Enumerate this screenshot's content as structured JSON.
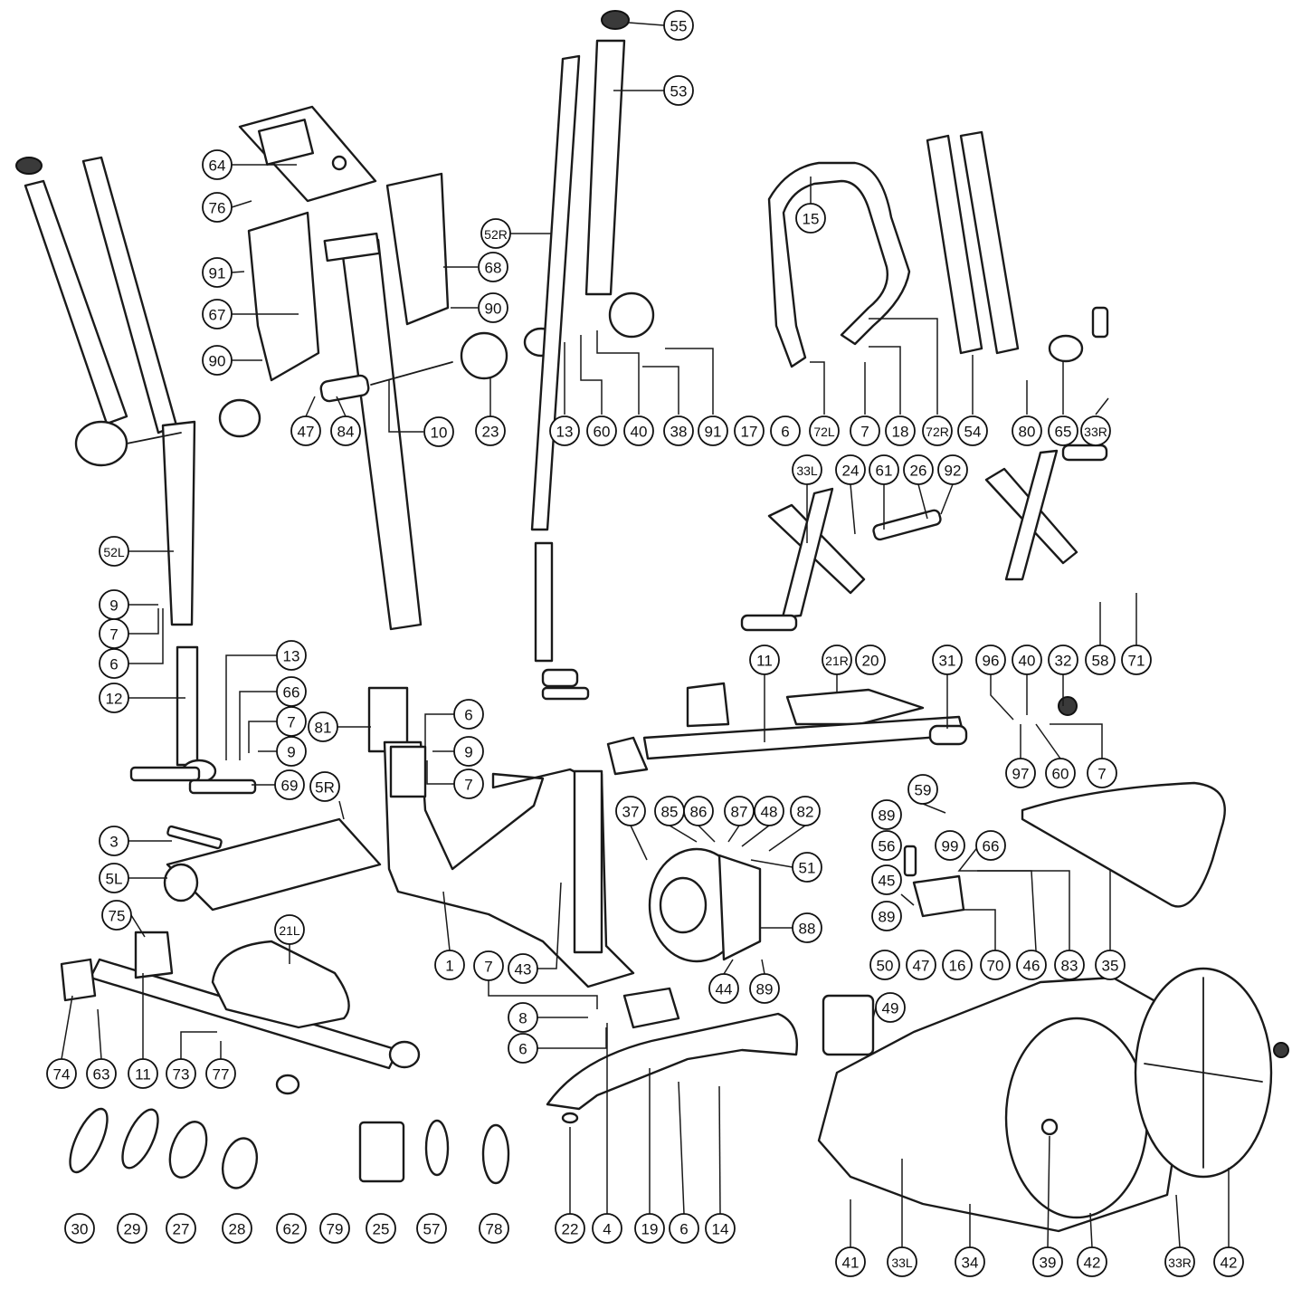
{
  "diagram": {
    "callouts": [
      "55",
      "53",
      "64",
      "76",
      "52R",
      "68",
      "90",
      "91",
      "67",
      "90",
      "47",
      "84",
      "10",
      "23",
      "13",
      "60",
      "40",
      "38",
      "91",
      "17",
      "6",
      "15",
      "72L",
      "7",
      "18",
      "72R",
      "54",
      "80",
      "65",
      "33R",
      "33L",
      "24",
      "61",
      "26",
      "92",
      "52L",
      "9",
      "7",
      "6",
      "12",
      "13",
      "66",
      "7",
      "9",
      "81",
      "6",
      "9",
      "7",
      "69",
      "5R",
      "3",
      "5L",
      "75",
      "21L",
      "11",
      "21R",
      "20",
      "31",
      "96",
      "40",
      "32",
      "97",
      "60",
      "7",
      "59",
      "89",
      "56",
      "99",
      "66",
      "45",
      "89",
      "50",
      "47",
      "16",
      "70",
      "46",
      "83",
      "35",
      "37",
      "85",
      "86",
      "87",
      "48",
      "82",
      "51",
      "88",
      "1",
      "7",
      "43",
      "44",
      "89",
      "8",
      "6",
      "4",
      "19",
      "6",
      "14",
      "74",
      "63",
      "11",
      "73",
      "77",
      "49",
      "30",
      "29",
      "27",
      "28",
      "62",
      "79",
      "25",
      "57",
      "78",
      "22",
      "41",
      "33L",
      "34",
      "39",
      "42",
      "33R",
      "42",
      "58",
      "71"
    ]
  }
}
